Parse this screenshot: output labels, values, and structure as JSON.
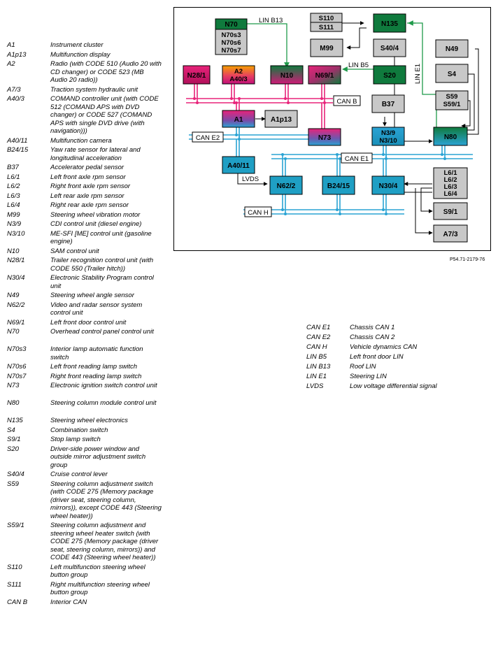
{
  "diagram": {
    "reference": "P54.71-2179-76",
    "boxes": {
      "N70": [
        "N70"
      ],
      "N70s": [
        "N70s3",
        "N70s6",
        "N70s7"
      ],
      "S110": [
        "S110"
      ],
      "S111": [
        "S111"
      ],
      "N135": [
        "N135"
      ],
      "M99": [
        "M99"
      ],
      "S40_4": [
        "S40/4"
      ],
      "N49": [
        "N49"
      ],
      "S4": [
        "S4"
      ],
      "S59": [
        "S59",
        "S59/1"
      ],
      "N28_1": [
        "N28/1"
      ],
      "A2": [
        "A2",
        "A40/3"
      ],
      "N10": [
        "N10"
      ],
      "N69_1": [
        "N69/1"
      ],
      "S20": [
        "S20"
      ],
      "B37": [
        "B37"
      ],
      "A1": [
        "A1"
      ],
      "A1p13": [
        "A1p13"
      ],
      "N73": [
        "N73"
      ],
      "N3": [
        "N3/9",
        "N3/10"
      ],
      "N80": [
        "N80"
      ],
      "A40_11": [
        "A40/11"
      ],
      "N62_2": [
        "N62/2"
      ],
      "B24_15": [
        "B24/15"
      ],
      "N30_4": [
        "N30/4"
      ],
      "L6": [
        "L6/1",
        "L6/2",
        "L6/3",
        "L6/4"
      ],
      "S9_1": [
        "S9/1"
      ],
      "A7_3": [
        "A7/3"
      ]
    },
    "bus_labels": {
      "lin_b13": "LIN B13",
      "lin_b5": "LIN B5",
      "lin_e1": "LIN E1",
      "can_b": "CAN B",
      "can_e2": "CAN E2",
      "can_e1": "CAN E1",
      "can_h": "CAN H",
      "lvds": "LVDS"
    },
    "colors": {
      "can_b": "#e8237a",
      "can_e": "#2aa3d4",
      "lin": "#1f9a4a",
      "dark_green": "#0f7a3d",
      "gray_box": "#c8c8c8",
      "teal_box": "#1f9fc4"
    }
  },
  "legend_left": [
    {
      "code": "A1",
      "desc": "Instrument cluster"
    },
    {
      "code": "A1p13",
      "desc": "Multifunction display"
    },
    {
      "code": "A2",
      "desc": "Radio (with CODE 510 (Audio 20 with CD changer) or CODE 523 (MB Audio 20 radio))"
    },
    {
      "code": "A7/3",
      "desc": "Traction system hydraulic unit"
    },
    {
      "code": "A40/3",
      "desc": "COMAND controller unit (with CODE 512 (COMAND APS with DVD changer) or CODE 527 (COMAND APS with single DVD drive (with navigation)))"
    },
    {
      "code": "A40/11",
      "desc": "Multifunction camera"
    },
    {
      "code": "B24/15",
      "desc": "Yaw rate sensor for lateral and longitudinal acceleration"
    },
    {
      "code": "B37",
      "desc": "Accelerator pedal sensor"
    },
    {
      "code": "L6/1",
      "desc": "Left front axle rpm sensor"
    },
    {
      "code": "L6/2",
      "desc": "Right front axle rpm sensor"
    },
    {
      "code": "L6/3",
      "desc": "Left rear axle rpm sensor"
    },
    {
      "code": "L6/4",
      "desc": "Right rear axle rpm sensor"
    },
    {
      "code": "M99",
      "desc": "Steering wheel vibration motor"
    },
    {
      "code": "N3/9",
      "desc": "CDI control unit (diesel engine)"
    },
    {
      "code": "N3/10",
      "desc": "ME-SFI [ME] control unit (gasoline engine)"
    },
    {
      "code": "N10",
      "desc": "SAM control unit"
    },
    {
      "code": "N28/1",
      "desc": "Trailer recognition control unit (with CODE 550 (Trailer hitch))"
    },
    {
      "code": "N30/4",
      "desc": "Electronic Stability Program control unit"
    },
    {
      "code": "N49",
      "desc": "Steering wheel angle sensor"
    },
    {
      "code": "N62/2",
      "desc": "Video and radar sensor system control unit"
    },
    {
      "code": "N69/1",
      "desc": "Left front door control unit"
    },
    {
      "code": "N70",
      "desc": "Overhead control panel control unit"
    },
    {
      "code": "N70s3",
      "desc": "Interior lamp automatic function switch"
    },
    {
      "code": "N70s6",
      "desc": "Left front reading lamp switch"
    },
    {
      "code": "N70s7",
      "desc": "Right front reading lamp switch"
    },
    {
      "code": "N73",
      "desc": "Electronic ignition switch control unit"
    },
    {
      "code": "N80",
      "desc": "Steering column module control unit"
    },
    {
      "code": "N135",
      "desc": "Steering wheel electronics"
    },
    {
      "code": "S4",
      "desc": "Combination switch"
    },
    {
      "code": "S9/1",
      "desc": "Stop lamp switch"
    },
    {
      "code": "S20",
      "desc": "Driver-side power window and outside mirror adjustment switch group"
    },
    {
      "code": "S40/4",
      "desc": "Cruise control lever"
    },
    {
      "code": "S59",
      "desc": "Steering column adjustment switch (with CODE 275 (Memory package (driver seat, steering column, mirrors)), except CODE 443 (Steering wheel heater))"
    },
    {
      "code": "S59/1",
      "desc": "Steering column adjustment and steering wheel heater switch (with CODE 275 (Memory package (driver seat, steering column, mirrors)) and CODE 443 (Steering wheel heater))"
    },
    {
      "code": "S110",
      "desc": "Left multifunction steering wheel button group"
    },
    {
      "code": "S111",
      "desc": "Right multifunction steering wheel button group"
    },
    {
      "code": "CAN B",
      "desc": "Interior CAN"
    }
  ],
  "legend_right": [
    {
      "code": "CAN E1",
      "desc": "Chassis CAN 1"
    },
    {
      "code": "CAN E2",
      "desc": "Chassis CAN 2"
    },
    {
      "code": "CAN H",
      "desc": "Vehicle dynamics CAN"
    },
    {
      "code": "LIN B5",
      "desc": "Left front door LIN"
    },
    {
      "code": "LIN B13",
      "desc": "Roof LIN"
    },
    {
      "code": "LIN E1",
      "desc": "Steering LIN"
    },
    {
      "code": "LVDS",
      "desc": "Low voltage differential signal"
    }
  ]
}
